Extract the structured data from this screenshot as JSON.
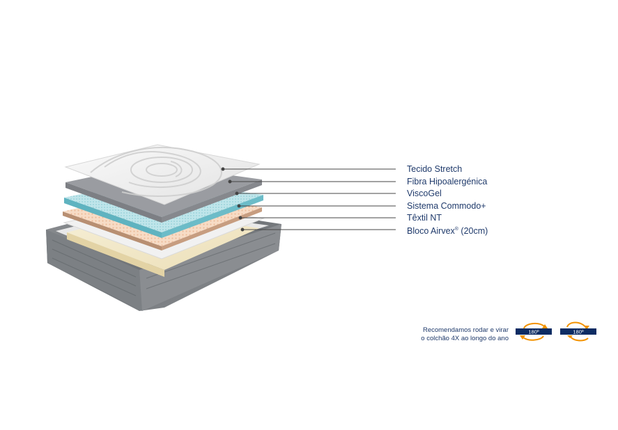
{
  "layers": [
    {
      "name": "Tecido Stretch"
    },
    {
      "name": "Fibra Hipoalergénica"
    },
    {
      "name": "ViscoGel"
    },
    {
      "name": "Sistema Commodo+"
    },
    {
      "name": "Têxtil NT"
    },
    {
      "name": "Bloco Airvex",
      "mark": "®",
      "suffix": " (20cm)"
    }
  ],
  "recommendation": {
    "line1": "Recomendamos rodar e virar",
    "line2": "o colchão 4X ao longo do ano"
  },
  "rotation_icons": [
    {
      "label": "180º",
      "type": "rotate-horizontal"
    },
    {
      "label": "180º",
      "type": "flip-vertical"
    }
  ],
  "colors": {
    "text": "#1f3a6b",
    "badge": "#0c2c63",
    "arrow": "#f39200",
    "leader": "#444444"
  }
}
